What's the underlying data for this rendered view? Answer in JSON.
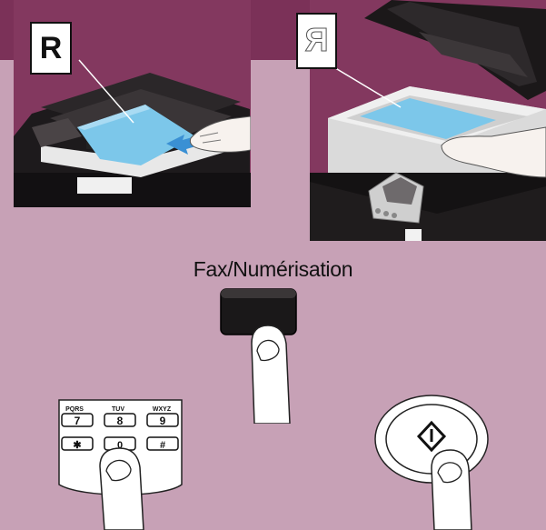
{
  "top_illustrations": {
    "adf_original_letter": "R",
    "glass_original_letter": "R"
  },
  "fax_scan": {
    "label": "Fax/Numérisation"
  },
  "keypad": {
    "row1_letters": [
      "PQRS",
      "TUV",
      "WXYZ"
    ],
    "row1_digits": [
      "7",
      "8",
      "9"
    ],
    "row2_symbols": [
      "✱",
      "0",
      "#"
    ]
  },
  "start_button": {
    "icon": "start-diamond-icon"
  },
  "colors": {
    "band": "#7b3158",
    "photo_bg": "#83385f",
    "page_bg": "#c7a1b6",
    "paper": "#7cc7ea"
  }
}
